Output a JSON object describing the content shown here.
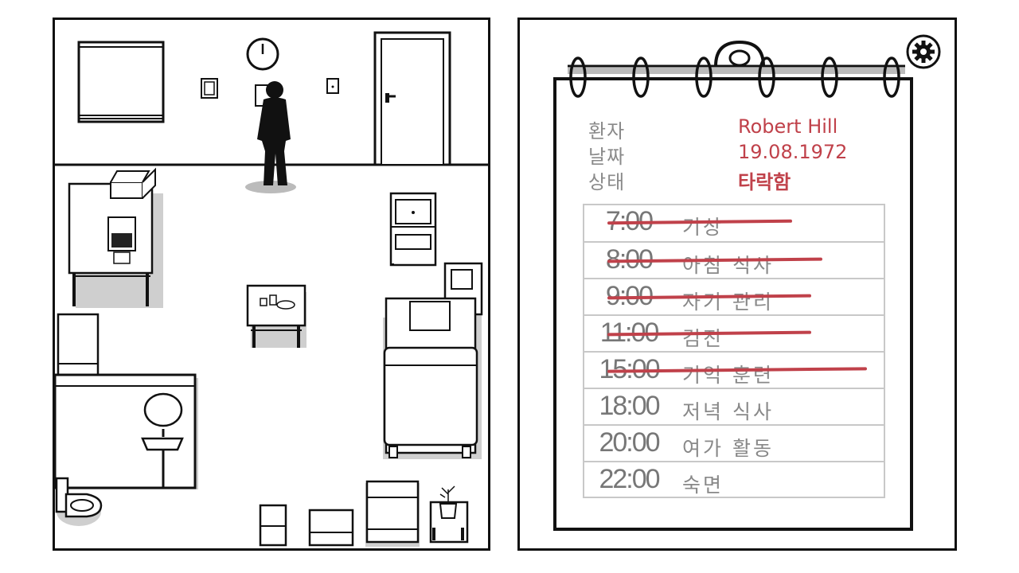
{
  "patient": {
    "label_patient": "환자",
    "label_date": "날짜",
    "label_state": "상태",
    "name": "Robert Hill",
    "date": "19.08.1972",
    "state": "타락함"
  },
  "schedule": [
    {
      "time": "7:00",
      "activity": "기상",
      "done": true
    },
    {
      "time": "8:00",
      "activity": "아침 식사",
      "done": true
    },
    {
      "time": "9:00",
      "activity": "자기 관리",
      "done": true
    },
    {
      "time": "11:00",
      "activity": "검진",
      "done": true
    },
    {
      "time": "15:00",
      "activity": "기억 훈련",
      "done": true
    },
    {
      "time": "18:00",
      "activity": "저녁 식사",
      "done": false
    },
    {
      "time": "20:00",
      "activity": "여가 활동",
      "done": false
    },
    {
      "time": "22:00",
      "activity": "숙면",
      "done": false
    }
  ],
  "colors": {
    "accent_red": "#c0414a",
    "ink": "#111111",
    "shadow": "#cfcfcf",
    "text_gray": "#888888"
  },
  "icons": {
    "settings": "gear-icon",
    "character": "person-silhouette"
  }
}
